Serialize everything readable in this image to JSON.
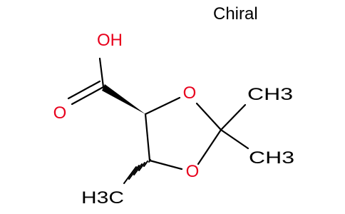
{
  "chiral_label": "Chiral",
  "atoms": {
    "oh": "OH",
    "carbonyl_o": "O",
    "ring_o_top": "O",
    "ring_o_bottom": "O",
    "ch3_top": "CH3",
    "ch3_right": "CH3",
    "h3c_left": "H3C"
  },
  "colors": {
    "oxygen": "#e8001c",
    "bond": "#000000",
    "text": "#000000"
  }
}
